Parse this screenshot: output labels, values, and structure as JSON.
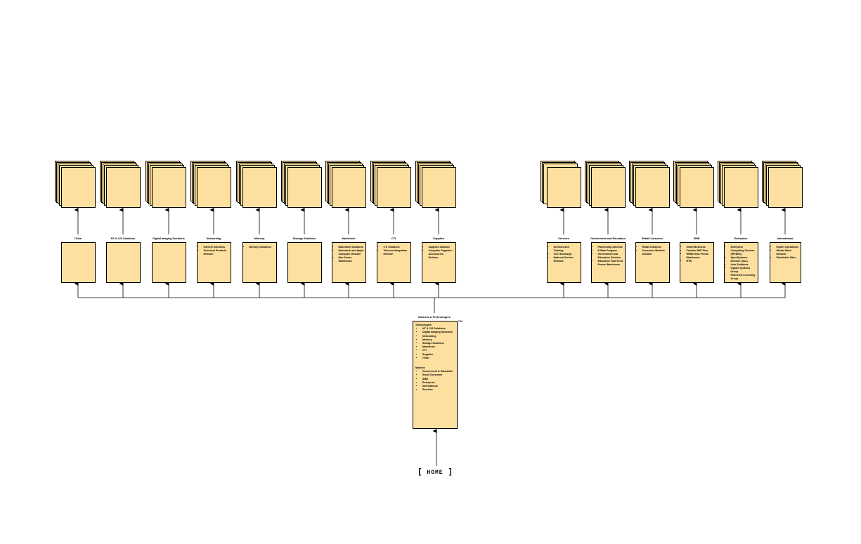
{
  "hub": {
    "title": "Markets & Technologies",
    "tag": "T.01",
    "technologies_heading": "Technologies",
    "technologies": [
      "NT & C/S Solutions",
      "Digital Imaging Solutions",
      "Networking",
      "Memory",
      "Storage Solutions",
      "Macintosh",
      "CTI",
      "Supplies",
      "iTrain"
    ],
    "markets_heading": "Markets",
    "markets": [
      "Government & Education",
      "Small Consumer",
      "SMB",
      "Enterprise",
      "International",
      "Services"
    ]
  },
  "home": {
    "label": "HOME"
  },
  "branches": [
    {
      "title": "iTrain",
      "items": []
    },
    {
      "title": "NT & C/S Solutions",
      "items": []
    },
    {
      "title": "Digital Imaging Solutions",
      "items": []
    },
    {
      "title": "Networking",
      "items": [
        "Internet Solutions",
        "Technical Products Division"
      ]
    },
    {
      "title": "Memory",
      "items": [
        "Memory Solutions"
      ]
    },
    {
      "title": "Storage Solutions",
      "items": []
    },
    {
      "title": "Macintosh",
      "items": [
        "Macintosh Solutions",
        "Macintosh and Apple Computer Division",
        "Mac Power Warehouse"
      ]
    },
    {
      "title": "CTI",
      "items": [
        "CTI Solutions",
        "Telecom Integration Division"
      ]
    },
    {
      "title": "Supplies",
      "items": [
        "Supplies Solution",
        "Computer Supplies / Accessories Division"
      ]
    },
    {
      "title": "Services",
      "items": [
        "Services and Training",
        "Tech Exchange",
        "National Service Network"
      ]
    },
    {
      "title": "Government and Education",
      "items": [
        "Partnership America",
        "E-Rate Program",
        "Government and Education Division",
        "Education Fast Send Promo Warehouse"
      ]
    },
    {
      "title": "Retail Consumer",
      "items": [
        "Retail Solutions",
        "Consumer Markets Division"
      ]
    },
    {
      "title": "SMB",
      "items": [
        "Smart Business",
        "Frontier WiFi Plus",
        "WiWireless Promo Warehouse",
        "RTB"
      ]
    },
    {
      "title": "Enterprise",
      "items": [
        "Enterprise Computing Division (HP/DEC)",
        "OpenSystems Division (Sun)",
        "Unix Solutions",
        "Ingram Systems Group",
        "Partnered Licensing Group"
      ]
    },
    {
      "title": "International",
      "items": [
        "Export Operations",
        "Global Sales Division",
        "Worldwide Sites"
      ]
    }
  ]
}
